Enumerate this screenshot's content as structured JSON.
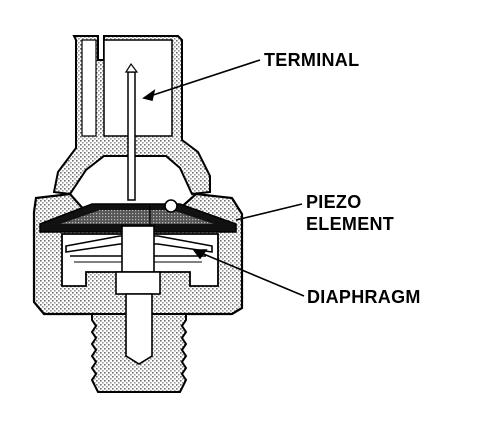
{
  "labels": {
    "terminal": "TERMINAL",
    "piezo_line1": "PIEZO",
    "piezo_line2": "ELEMENT",
    "diaphragm": "DIAPHRAGM"
  },
  "colors": {
    "ink": "#000000",
    "paper": "#ffffff",
    "hatch": "#8a8a8a"
  }
}
